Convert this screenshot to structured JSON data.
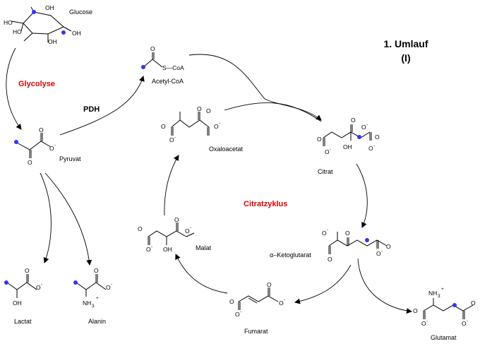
{
  "title": {
    "line1": "1. Umlauf",
    "line2": "(I)"
  },
  "pathways": {
    "glycolysis": "Glycolyse",
    "pdh": "PDH",
    "cycle": "Citratzyklus"
  },
  "molecules": {
    "glucose": "Glucose",
    "pyruvat": "Pyruvat",
    "acetyl_coa": "Acetyl-CoA",
    "oxaloacetat": "Oxaloacetat",
    "citrat": "Citrat",
    "ketoglutarat": "α–Ketoglutarat",
    "fumarat": "Fumarat",
    "malat": "Malat",
    "lactat": "Lactat",
    "alanin": "Alanin",
    "glutamat": "Glutamat"
  },
  "atoms": {
    "oh": "OH",
    "ho": "HO",
    "o": "O",
    "o_minus": "-",
    "s_coa": "S—CoA",
    "nh3": "NH",
    "sub3": "3",
    "plus": "+"
  },
  "colors": {
    "label_accent": "#e00000",
    "marker": "#3333ff",
    "ink": "#000000"
  }
}
